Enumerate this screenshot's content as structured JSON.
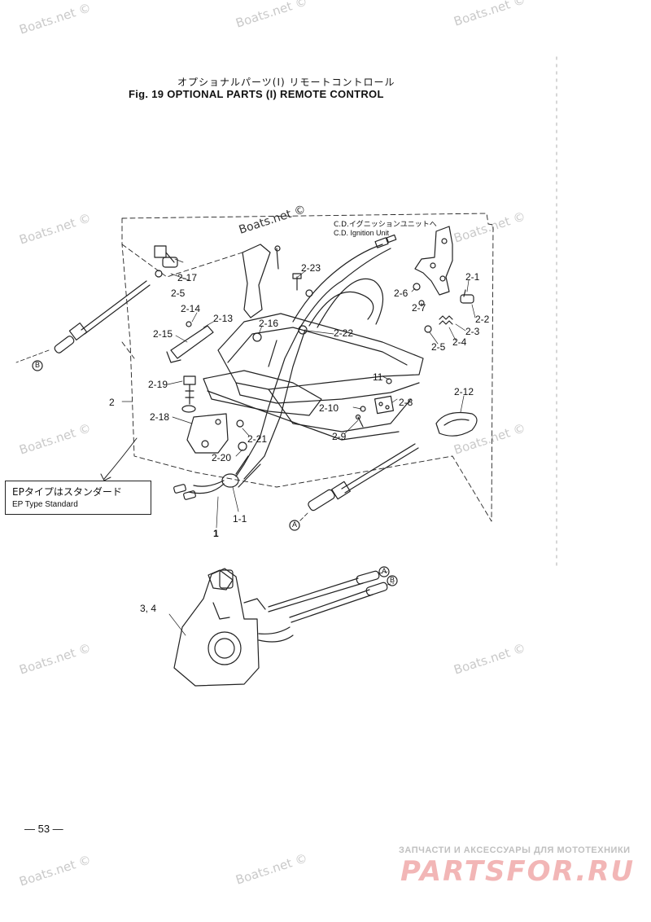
{
  "title": {
    "jp": "オプショナルパーツ(I) リモートコントロール",
    "en": "Fig. 19   OPTIONAL PARTS (I) REMOTE CONTROL"
  },
  "watermark": "Boats.net ©",
  "ignition_note": {
    "jp": "C.D.イグニッションユニットへ",
    "en": "C.D. Ignition Unit"
  },
  "ep_note": {
    "jp": "EPタイプはスタンダード",
    "en": "EP Type Standard"
  },
  "callouts": {
    "A": "A",
    "B": "B"
  },
  "parts": {
    "p2_1": "2-1",
    "p2_2": "2-2",
    "p2_3": "2-3",
    "p2_4": "2-4",
    "p2_5a": "2-5",
    "p2_5b": "2-5",
    "p2_6": "2-6",
    "p2_7": "2-7",
    "p2_8": "2-8",
    "p2_9": "2-9",
    "p2_10": "2-10",
    "p11": "11",
    "p2_12": "2-12",
    "p2_13": "2-13",
    "p2_14": "2-14",
    "p2_15": "2-15",
    "p2_16": "2-16",
    "p2_17": "2-17",
    "p2_18": "2-18",
    "p2_19": "2-19",
    "p2_20": "2-20",
    "p2_21": "2-21",
    "p2_22": "2-22",
    "p2_23": "2-23",
    "p2": "2",
    "p1": "1",
    "p1_1": "1-1",
    "p3_4": "3, 4"
  },
  "page_number": "— 53 —",
  "ad": {
    "top": "ЗАПЧАСТИ И АКСЕССУАРЫ ДЛЯ МОТОТЕХНИКИ",
    "logo": "PARTSFOR.RU"
  }
}
